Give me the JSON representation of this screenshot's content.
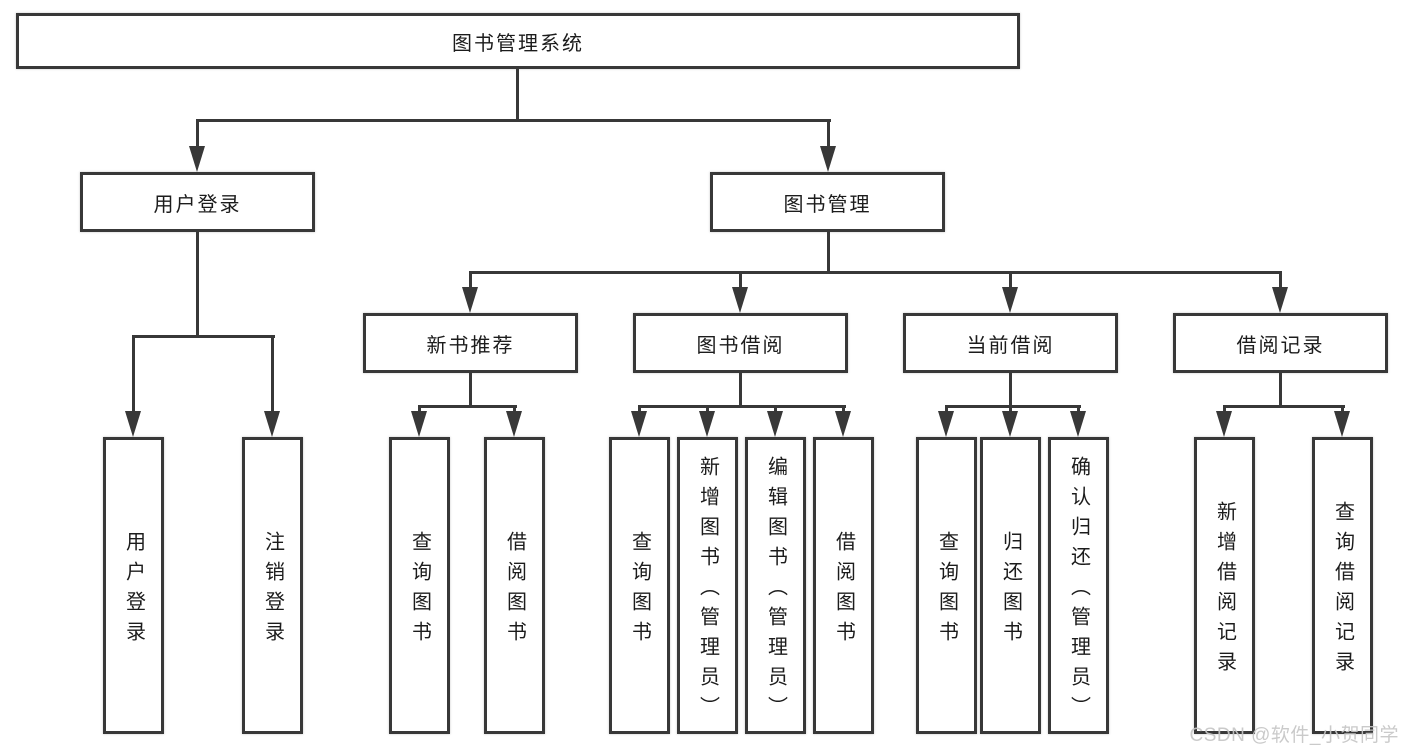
{
  "tree": {
    "root": {
      "label": "图书管理系统",
      "children": [
        {
          "label": "用户登录",
          "children": [
            {
              "label": "用户登录"
            },
            {
              "label": "注销登录"
            }
          ]
        },
        {
          "label": "图书管理",
          "children": [
            {
              "label": "新书推荐",
              "children": [
                {
                  "label": "查询图书"
                },
                {
                  "label": "借阅图书"
                }
              ]
            },
            {
              "label": "图书借阅",
              "children": [
                {
                  "label": "查询图书"
                },
                {
                  "label": "新增图书（管理员）"
                },
                {
                  "label": "编辑图书（管理员）"
                },
                {
                  "label": "借阅图书"
                }
              ]
            },
            {
              "label": "当前借阅",
              "children": [
                {
                  "label": "查询图书"
                },
                {
                  "label": "归还图书"
                },
                {
                  "label": "确认归还（管理员）"
                }
              ]
            },
            {
              "label": "借阅记录",
              "children": [
                {
                  "label": "新增借阅记录"
                },
                {
                  "label": "查询借阅记录"
                }
              ]
            }
          ]
        }
      ]
    }
  },
  "watermark": {
    "text": "CSDN @软件_小贺同学"
  },
  "colors": {
    "line": "#383838",
    "text": "#1c1c1c",
    "watermark": "#c6c6c6",
    "background": "#ffffff"
  }
}
